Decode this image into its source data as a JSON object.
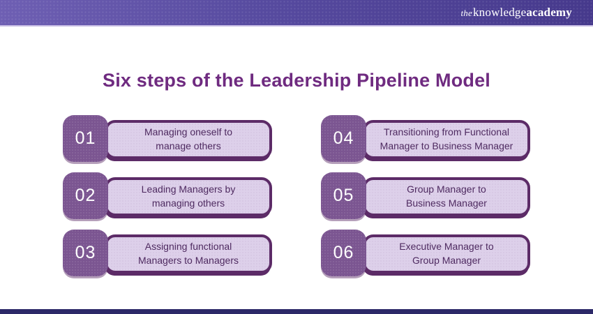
{
  "header": {
    "logo": {
      "the": "the",
      "knowledge": "knowledge",
      "academy": "academy"
    }
  },
  "title": "Six steps of the Leadership Pipeline Model",
  "steps": [
    {
      "number": "01",
      "label": "Managing oneself to\nmanage others"
    },
    {
      "number": "02",
      "label": "Leading Managers by\nmanaging others"
    },
    {
      "number": "03",
      "label": "Assigning functional\nManagers to Managers"
    },
    {
      "number": "04",
      "label": "Transitioning from Functional\nManager to Business Manager"
    },
    {
      "number": "05",
      "label": "Group Manager to\nBusiness Manager"
    },
    {
      "number": "06",
      "label": "Executive Manager to\nGroup Manager"
    }
  ],
  "colors": {
    "header_gradient_start": "#6e5fb3",
    "header_gradient_end": "#46398c",
    "title_text": "#6f2b80",
    "number_badge": "#7b5591",
    "pill_fill": "#ddd0ea",
    "pill_border": "#5c2b67",
    "pill_text": "#4e2a60",
    "footer_bar": "#2c2968"
  }
}
